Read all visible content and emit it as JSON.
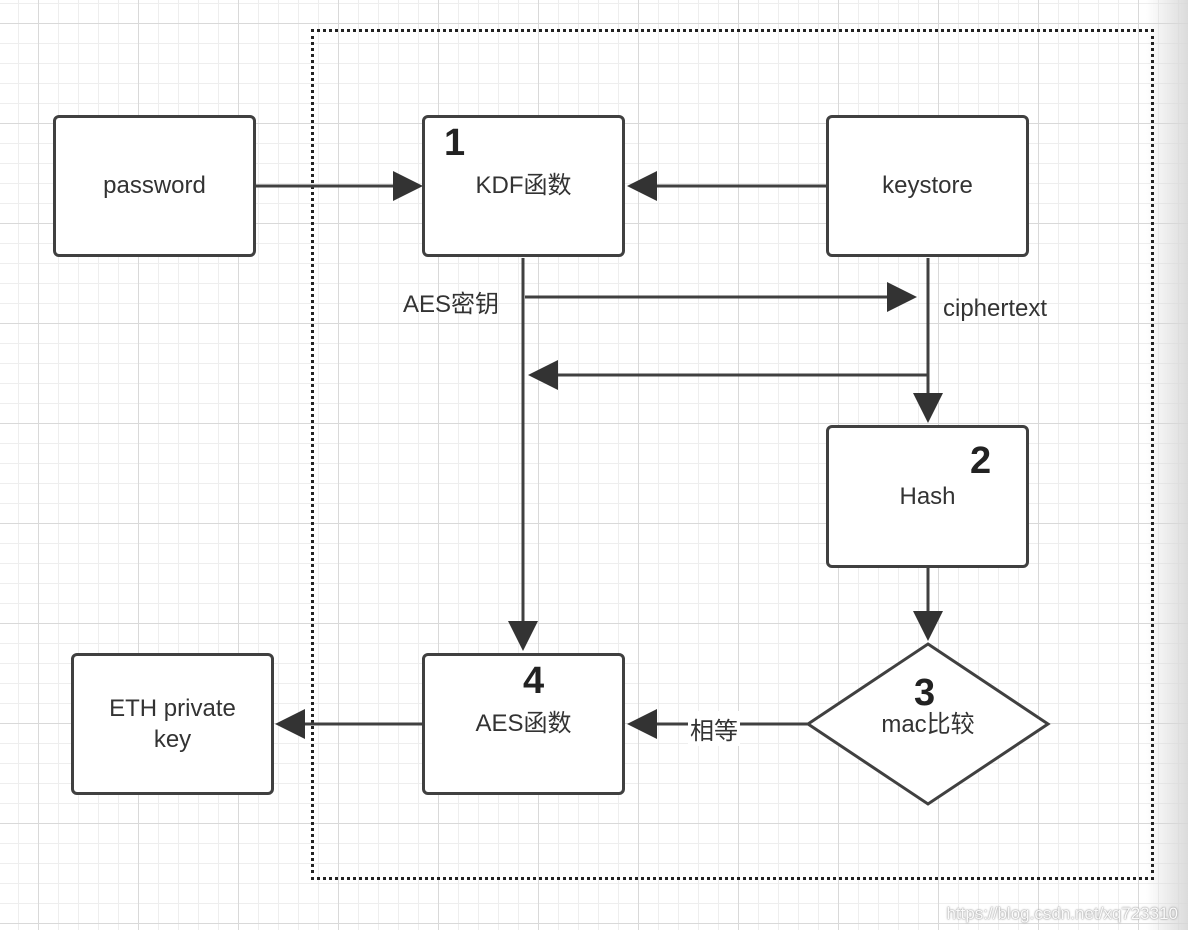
{
  "nodes": {
    "password": "password",
    "kdf": "KDF函数",
    "keystore": "keystore",
    "hash": "Hash",
    "mac": "mac比较",
    "aes": "AES函数",
    "eth": "ETH private\nkey"
  },
  "steps": {
    "kdf": "1",
    "hash": "2",
    "mac": "3",
    "aes": "4"
  },
  "edge_labels": {
    "aes_key": "AES密钥",
    "ciphertext": "ciphertext",
    "equal": "相等"
  },
  "watermark": "https://blog.csdn.net/xq723310",
  "colors": {
    "stroke": "#404040",
    "grid": "#d9d9d9"
  }
}
